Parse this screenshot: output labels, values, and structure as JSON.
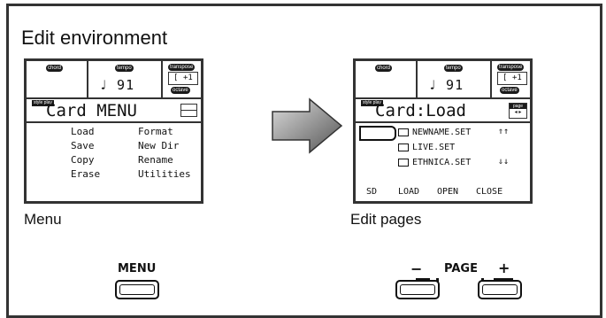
{
  "title": "Edit environment",
  "caption_left": "Menu",
  "caption_right": "Edit pages",
  "lcd_common": {
    "chord": "chord",
    "tempo": "tempo",
    "tempo_value": "♩ 91",
    "transpose": "transpose",
    "transpose_value": "[ +1",
    "octave": "octave",
    "mode_badge": "style play"
  },
  "left_lcd": {
    "header": "Card MENU",
    "items": [
      "Load",
      "Save",
      "Copy",
      "Erase",
      "Format",
      "New Dir",
      "Rename",
      "Utilities"
    ]
  },
  "right_lcd": {
    "header": "Card:Load",
    "page_badge": "page",
    "files": [
      "NEWNAME.SET",
      "LIVE.SET",
      "ETHNICA.SET"
    ],
    "scroll_up": "⇑↑",
    "scroll_down": "⇓↓",
    "commands": [
      "SD",
      "LOAD",
      "OPEN",
      "CLOSE"
    ]
  },
  "buttons": {
    "menu_label": "MENU",
    "page_minus": "−",
    "page_label": "PAGE",
    "page_plus": "+"
  }
}
